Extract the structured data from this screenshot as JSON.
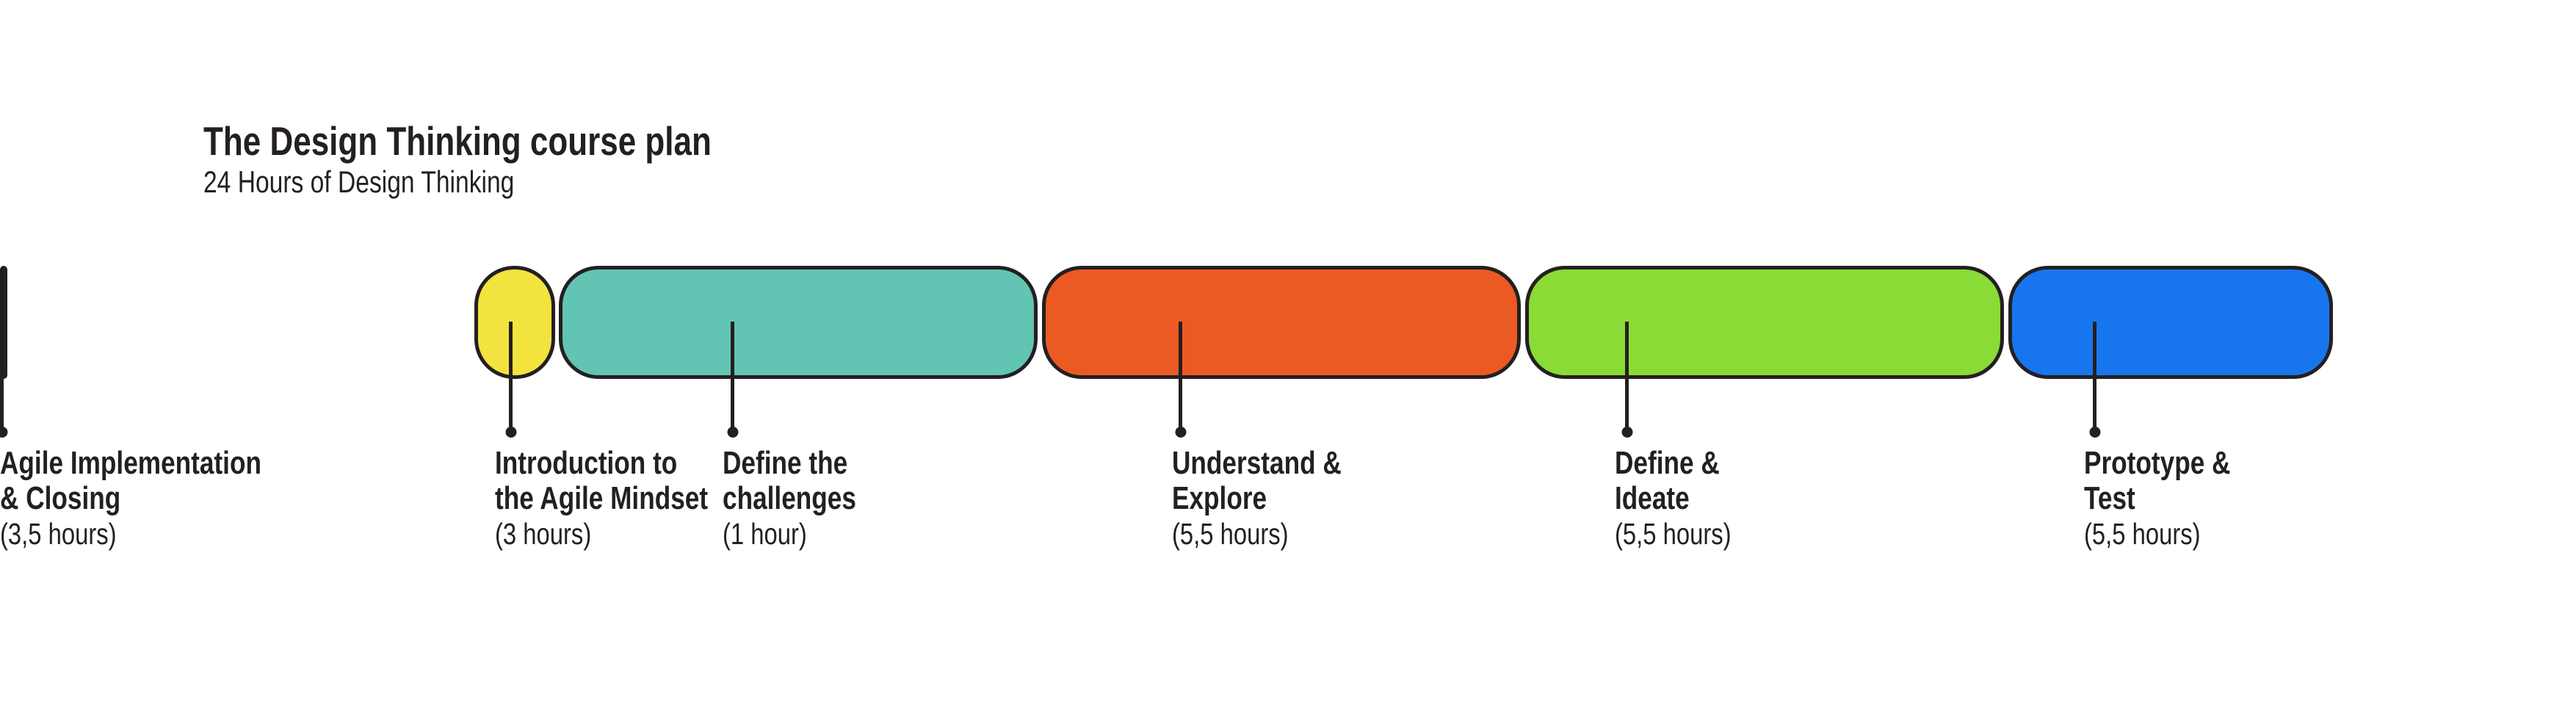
{
  "header": {
    "title": "The Design Thinking course plan",
    "subtitle": "24 Hours of Design Thinking"
  },
  "palette": {
    "ink": "#241F21",
    "background": "#FFFFFF"
  },
  "total_hours": 24,
  "phases": [
    {
      "name": "Introduction to the Agile Mindset",
      "title_line1": "Introduction to",
      "title_line2": "the Agile Mindset",
      "duration_label": "(3 hours)",
      "hours": 3,
      "color": "#F2E33E"
    },
    {
      "name": "Define the challenges",
      "title_line1": "Define the",
      "title_line2": "challenges",
      "duration_label": "(1 hour)",
      "hours": 1,
      "color": "#62C4B2"
    },
    {
      "name": "Understand & Explore",
      "title_line1": "Understand &",
      "title_line2": "Explore",
      "duration_label": "(5,5 hours)",
      "hours": 5.5,
      "color": "#EC5A23"
    },
    {
      "name": "Define & Ideate",
      "title_line1": "Define &",
      "title_line2": "Ideate",
      "duration_label": "(5,5 hours)",
      "hours": 5.5,
      "color": "#8ADB36"
    },
    {
      "name": "Prototype & Test",
      "title_line1": "Prototype &",
      "title_line2": "Test",
      "duration_label": "(5,5 hours)",
      "hours": 5.5,
      "color": "#1776ED"
    },
    {
      "name": "Agile Implementation & Closing",
      "title_line1": "Agile Implementation",
      "title_line2": "& Closing",
      "duration_label": "(3,5 hours)",
      "hours": 3.5,
      "color": "#B233E1"
    }
  ]
}
